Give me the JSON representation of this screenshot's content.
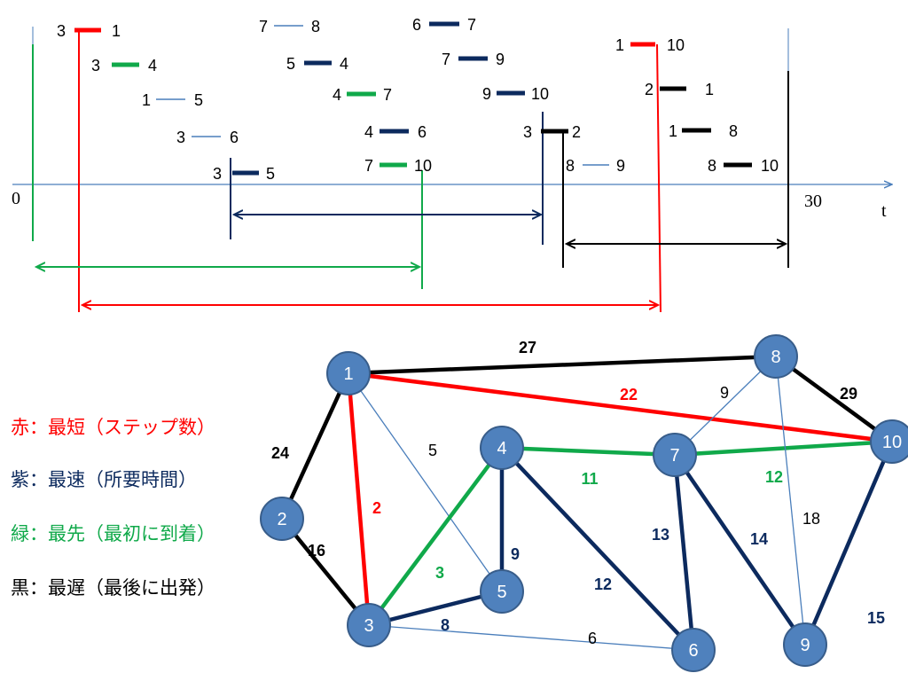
{
  "colors": {
    "red": "#ff0000",
    "navy": "#0c2a5e",
    "green": "#10a94a",
    "black": "#000000",
    "blue": "#4a7ebb",
    "node_fill": "#4f81bd",
    "node_stroke": "#385d8a"
  },
  "timeline": {
    "origin_label": "0",
    "end_label": "30",
    "axis_label": "t",
    "edges": [
      {
        "from": "3",
        "to": "1",
        "style": "red"
      },
      {
        "from": "3",
        "to": "4",
        "style": "green"
      },
      {
        "from": "1",
        "to": "5",
        "style": "blue"
      },
      {
        "from": "3",
        "to": "6",
        "style": "blue"
      },
      {
        "from": "3",
        "to": "5",
        "style": "navy"
      },
      {
        "from": "7",
        "to": "8",
        "style": "blue"
      },
      {
        "from": "5",
        "to": "4",
        "style": "navy"
      },
      {
        "from": "4",
        "to": "7",
        "style": "green"
      },
      {
        "from": "4",
        "to": "6",
        "style": "navy"
      },
      {
        "from": "7",
        "to": "10",
        "style": "green"
      },
      {
        "from": "6",
        "to": "7",
        "style": "navy"
      },
      {
        "from": "7",
        "to": "9",
        "style": "navy"
      },
      {
        "from": "9",
        "to": "10",
        "style": "navy"
      },
      {
        "from": "3",
        "to": "2",
        "style": "black"
      },
      {
        "from": "8",
        "to": "9",
        "style": "blue"
      },
      {
        "from": "1",
        "to": "10",
        "style": "red"
      },
      {
        "from": "2",
        "to": "1",
        "style": "black"
      },
      {
        "from": "1",
        "to": "8",
        "style": "black"
      },
      {
        "from": "8",
        "to": "10",
        "style": "black"
      }
    ]
  },
  "graph": {
    "nodes": [
      "1",
      "2",
      "3",
      "4",
      "5",
      "6",
      "7",
      "8",
      "9",
      "10"
    ],
    "edges": [
      {
        "a": "1",
        "b": "8",
        "w": "27",
        "style": "black"
      },
      {
        "a": "1",
        "b": "10",
        "w": "22",
        "style": "red"
      },
      {
        "a": "1",
        "b": "2",
        "w": "24",
        "style": "black"
      },
      {
        "a": "1",
        "b": "3",
        "w": "2",
        "style": "red"
      },
      {
        "a": "1",
        "b": "5",
        "w": "5",
        "style": "blue"
      },
      {
        "a": "2",
        "b": "3",
        "w": "16",
        "style": "black"
      },
      {
        "a": "3",
        "b": "4",
        "w": "3",
        "style": "green"
      },
      {
        "a": "3",
        "b": "5",
        "w": "8",
        "style": "navy"
      },
      {
        "a": "3",
        "b": "6",
        "w": "6",
        "style": "blue"
      },
      {
        "a": "4",
        "b": "5",
        "w": "9",
        "style": "navy"
      },
      {
        "a": "4",
        "b": "7",
        "w": "11",
        "style": "green"
      },
      {
        "a": "4",
        "b": "6",
        "w": "12",
        "style": "navy"
      },
      {
        "a": "7",
        "b": "10",
        "w": "12",
        "style": "green"
      },
      {
        "a": "7",
        "b": "8",
        "w": "9",
        "style": "blue"
      },
      {
        "a": "7",
        "b": "6",
        "w": "13",
        "style": "navy"
      },
      {
        "a": "7",
        "b": "9",
        "w": "14",
        "style": "navy"
      },
      {
        "a": "8",
        "b": "10",
        "w": "29",
        "style": "black"
      },
      {
        "a": "8",
        "b": "9",
        "w": "18",
        "style": "blue"
      },
      {
        "a": "9",
        "b": "10",
        "w": "15",
        "style": "navy"
      }
    ]
  },
  "legend": [
    {
      "text": "赤：最短（ステップ数）",
      "color": "#ff0000"
    },
    {
      "text": "紫：最速（所要時間）",
      "color": "#0c2a5e"
    },
    {
      "text": "緑：最先（最初に到着）",
      "color": "#10a94a"
    },
    {
      "text": "黒：最遅（最後に出発）",
      "color": "#000000"
    }
  ]
}
